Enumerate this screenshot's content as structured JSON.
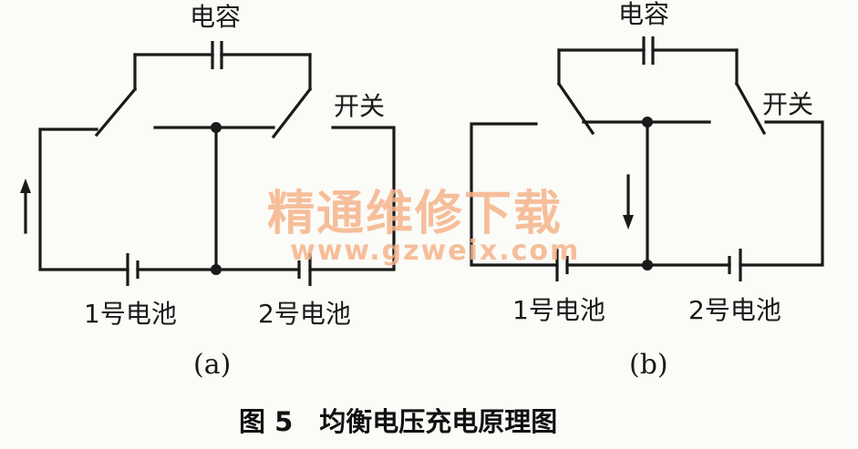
{
  "panel_a": {
    "capacitor_label": "电容",
    "switch_label": "开关",
    "battery1_label": "1号电池",
    "battery2_label": "2号电池",
    "sublabel": "(a)",
    "current_direction": "up"
  },
  "panel_b": {
    "capacitor_label": "电容",
    "switch_label": "开关",
    "battery1_label": "1号电池",
    "battery2_label": "2号电池",
    "sublabel": "(b)",
    "current_direction": "down"
  },
  "figure_caption": "图 5　均衡电压充电原理图",
  "watermark": {
    "text": "精通维修下载",
    "url": "www.gzweix.com",
    "color": "#f6b48a"
  }
}
